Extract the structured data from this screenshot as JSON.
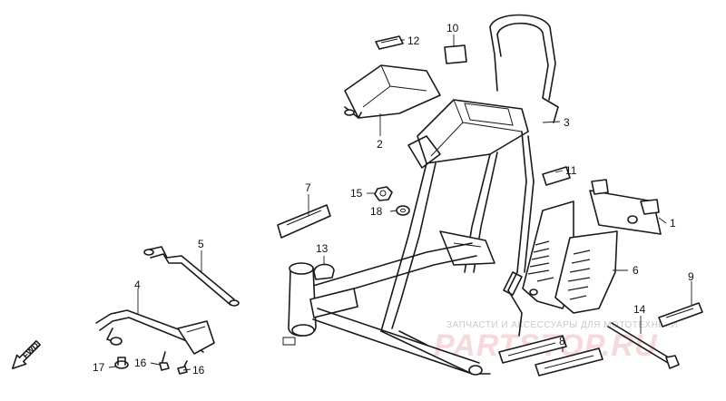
{
  "labels": {
    "p1": "1",
    "p2": "2",
    "p3": "3",
    "p4": "4",
    "p5": "5",
    "p6": "6",
    "p7": "7",
    "p8": "8",
    "p9": "9",
    "p10": "10",
    "p11": "11",
    "p12": "12",
    "p13": "13",
    "p14": "14",
    "p15": "15",
    "p16a": "16",
    "p16b": "16",
    "p17": "17",
    "p18": "18"
  },
  "direction_indicator": "FWD",
  "watermark": {
    "caption": "ЗАПЧАСТИ И АКСЕССУАРЫ ДЛЯ МОТОТЕХНИКИ",
    "brand": "PARTSTOP.RU"
  }
}
